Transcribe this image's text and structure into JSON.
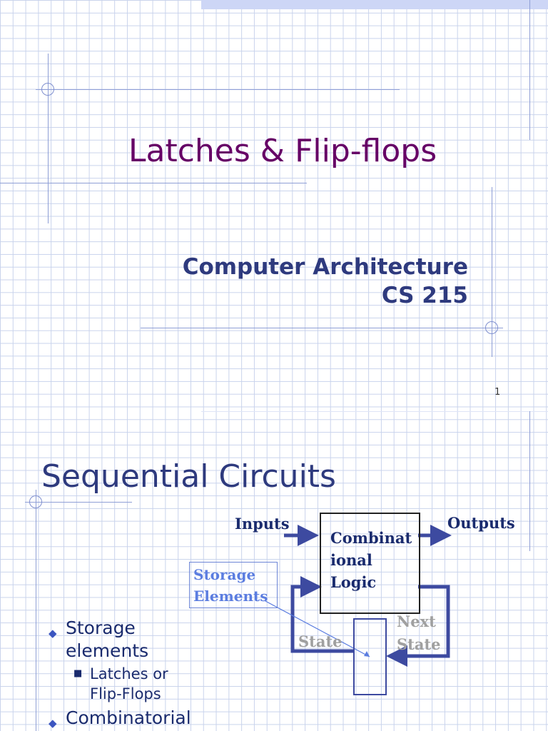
{
  "slide1": {
    "title": "Latches & Flip-flops",
    "subtitle_line1": "Computer Architecture",
    "subtitle_line2": "CS 215",
    "page_number": "1"
  },
  "slide2": {
    "title": "Sequential Circuits",
    "bullets": [
      {
        "level": 1,
        "text_lines": [
          "Storage",
          "elements"
        ]
      },
      {
        "level": 2,
        "text_lines": [
          "Latches or",
          "Flip-Flops"
        ]
      },
      {
        "level": 1,
        "text_lines": [
          "Combinatorial"
        ]
      }
    ],
    "diagram": {
      "inputs": "Inputs",
      "outputs": "Outputs",
      "logic_lines": [
        "Combinat",
        "ional",
        "Logic"
      ],
      "storage_lines": [
        "Storage",
        "Elements"
      ],
      "state": "State",
      "next_state_lines": [
        "Next",
        "State"
      ]
    }
  },
  "colors": {
    "title1": "#660066",
    "title2": "#2e3a7e",
    "grid": "#c9d3ec",
    "arrow": "#3d4aa0",
    "storage_label": "#5b7de0",
    "state_label": "#a0a0a0"
  },
  "icons": {
    "bullet_level1": "diamond-icon",
    "bullet_level2": "square-icon"
  }
}
